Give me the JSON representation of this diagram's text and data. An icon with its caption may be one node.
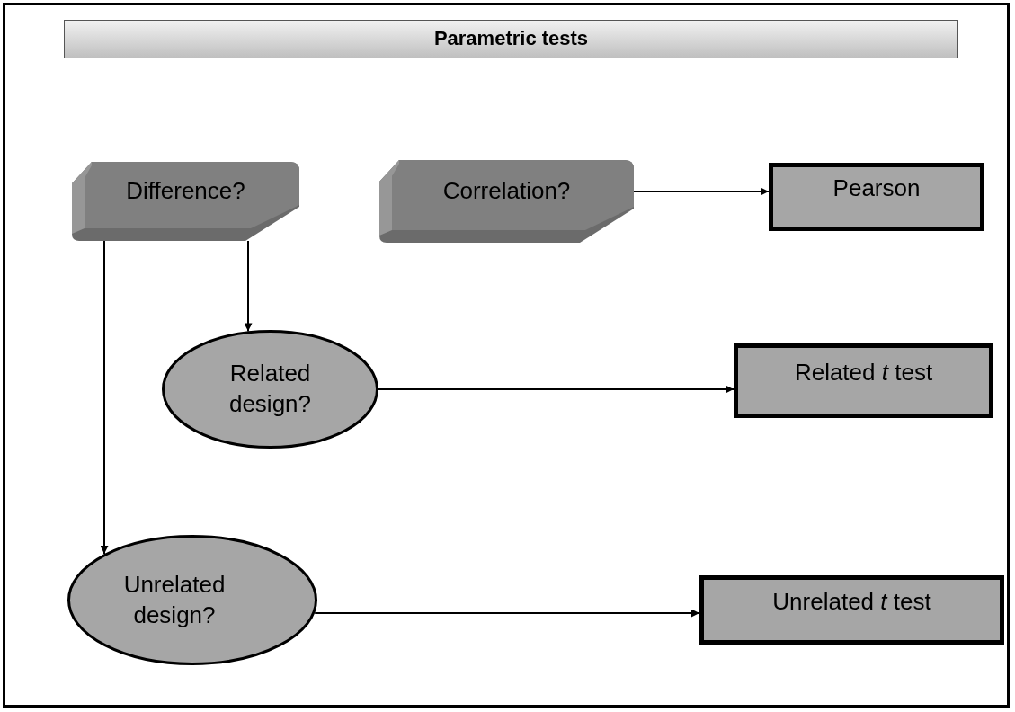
{
  "diagram": {
    "nodes": [
      {
        "text": [
          "Parametric tests"
        ]
      },
      {
        "text": [
          "Difference?"
        ]
      },
      {
        "text": [
          "Correlation?"
        ]
      },
      {
        "text": [
          "Pearson"
        ]
      },
      {
        "text": [
          "Related design?"
        ]
      },
      {
        "text": [
          "Related *t* test"
        ]
      },
      {
        "text": [
          "Unrelated design?"
        ]
      },
      {
        "text": [
          "Unrelated *t* test"
        ]
      }
    ],
    "edges": [
      {
        "from": 2,
        "to": 3,
        "arrow": "to"
      },
      {
        "from": 1,
        "to": 4,
        "arrow": "to"
      },
      {
        "from": 1,
        "to": 6,
        "arrow": "to"
      },
      {
        "from": 4,
        "to": 5,
        "arrow": "to"
      },
      {
        "from": 6,
        "to": 7,
        "arrow": "to"
      }
    ]
  }
}
